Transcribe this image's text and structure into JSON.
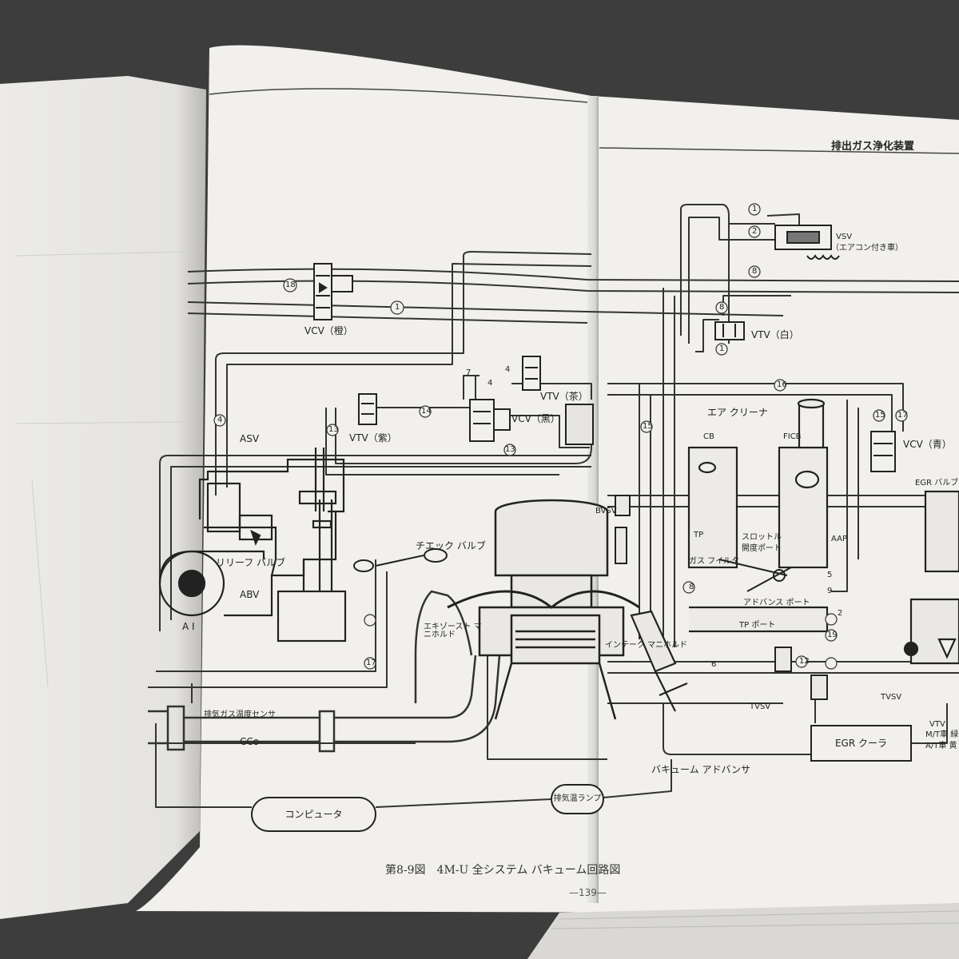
{
  "header": {
    "section_title": "排出ガス浄化装置"
  },
  "figure": {
    "caption": "第8-9図　4M-U 全システム バキューム回路図",
    "page_number": "—139—"
  },
  "labels": {
    "vcv_orange": "VCV（橙）",
    "vcv_black": "VCV（黒）",
    "vcv_blue": "VCV（青）",
    "vtv_purple": "VTV（紫）",
    "vtv_brown": "VTV（茶）",
    "vtv_white": "VTV（白）",
    "vtv_mt_at": "VTV",
    "vtv_mt": "M/T車 緑",
    "vtv_at": "A/T車 黄",
    "vsv": "VSV",
    "vsv_note": "（エアコン付き車）",
    "asv": "ASV",
    "abv": "ABV",
    "ai": "A I",
    "relief_valve": "リリーフ バルブ",
    "check_valve": "チエック バルブ",
    "bvsv": "BVSV",
    "air_cleaner": "エア クリーナ",
    "cb": "CB",
    "ficb": "FICB",
    "tp": "TP",
    "throttle": "スロットル",
    "open_port": "開度ポート",
    "gas_filter": "ガス フイルタ",
    "advance_port": "アドバンス ポート",
    "tp_port": "TP ポート",
    "aap": "AAP",
    "intake_manifold": "インテーク マニホルド",
    "exhaust_manifold": "エキゾースト マニホルド",
    "egr_valve": "EGR バルブ",
    "tvsv": "TVSV",
    "exhaust_temp_sensor": "排気ガス温度センサ",
    "cco": "CCo",
    "vacuum_advancer": "バキューム アドバンサ",
    "egr_cooler": "EGR クーラ",
    "computer": "コンピュータ",
    "exhaust_temp_lamp": "排気温ランプ",
    "line_numbers": [
      "1",
      "2",
      "4",
      "5",
      "6",
      "7",
      "8",
      "9",
      "12",
      "13",
      "14",
      "15",
      "16",
      "17",
      "18",
      "19"
    ]
  }
}
